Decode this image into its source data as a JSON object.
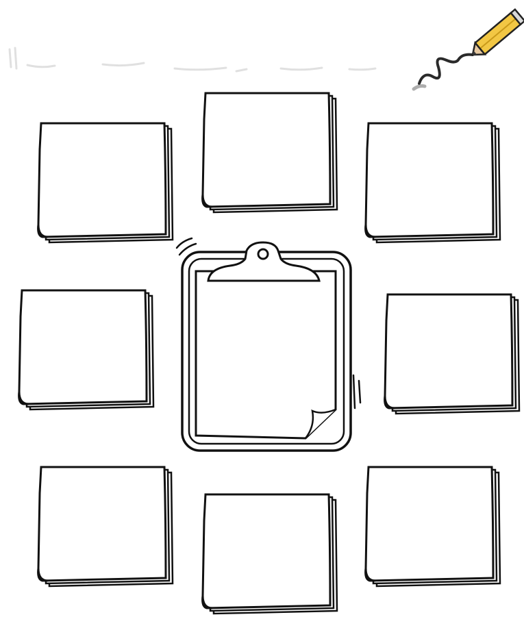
{
  "page": {
    "background": "#ffffff",
    "stroke_color": "#111111"
  },
  "header": {
    "faded_strokes": "faded-handwriting-strokes"
  },
  "pencil": {
    "icon": "pencil-icon",
    "body_color": "#f2c744",
    "tip_color": "#e7c9a0",
    "lead_color": "#3a3a3a"
  },
  "clipboard": {
    "icon": "clipboard-icon",
    "fill": "#ffffff"
  },
  "sticky_notes": [
    {
      "id": "top-left",
      "icon": "sticky-note-stack-icon"
    },
    {
      "id": "top-center",
      "icon": "sticky-note-stack-icon"
    },
    {
      "id": "top-right",
      "icon": "sticky-note-stack-icon"
    },
    {
      "id": "middle-left",
      "icon": "sticky-note-stack-icon"
    },
    {
      "id": "middle-right",
      "icon": "sticky-note-stack-icon"
    },
    {
      "id": "bottom-left",
      "icon": "sticky-note-stack-icon"
    },
    {
      "id": "bottom-center",
      "icon": "sticky-note-stack-icon"
    },
    {
      "id": "bottom-right",
      "icon": "sticky-note-stack-icon"
    }
  ]
}
